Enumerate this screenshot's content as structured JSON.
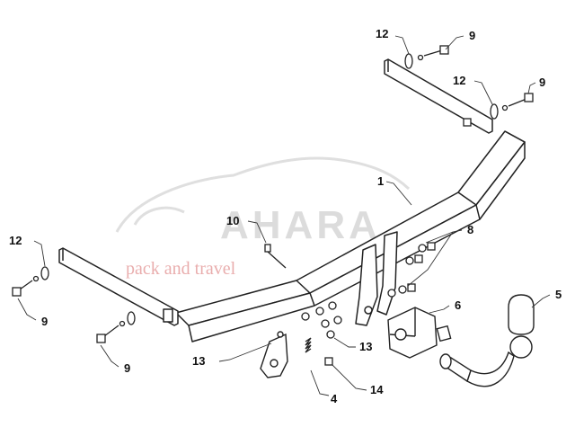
{
  "watermark": {
    "brand": "AHARA",
    "tagline": "pack and travel"
  },
  "callouts": [
    {
      "id": "c12a",
      "label": "12"
    },
    {
      "id": "c9a",
      "label": "9"
    },
    {
      "id": "c12b",
      "label": "12"
    },
    {
      "id": "c9b",
      "label": "9"
    },
    {
      "id": "c1",
      "label": "1"
    },
    {
      "id": "c10",
      "label": "10"
    },
    {
      "id": "c8",
      "label": "8"
    },
    {
      "id": "c12c",
      "label": "12"
    },
    {
      "id": "c9c",
      "label": "9"
    },
    {
      "id": "c9d",
      "label": "9"
    },
    {
      "id": "c6",
      "label": "6"
    },
    {
      "id": "c5",
      "label": "5"
    },
    {
      "id": "c13a",
      "label": "13"
    },
    {
      "id": "c13b",
      "label": "13"
    },
    {
      "id": "c4",
      "label": "4"
    },
    {
      "id": "c14",
      "label": "14"
    }
  ]
}
